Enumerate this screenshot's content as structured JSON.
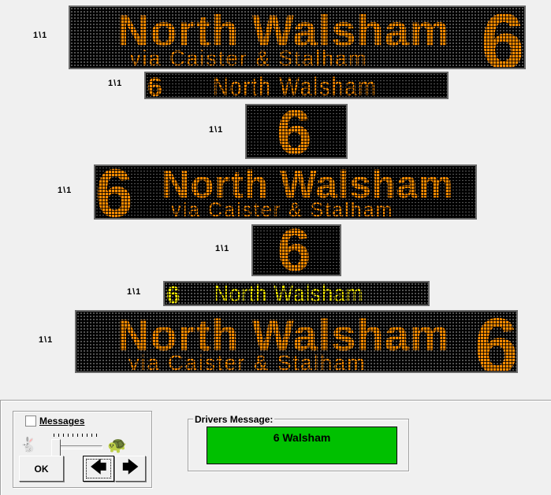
{
  "signs": [
    {
      "label": "1\\1",
      "route": "6",
      "destination": "North Walsham",
      "via": "via Caister & Stalham"
    },
    {
      "label": "1\\1",
      "route": "6",
      "destination": "North Walsham"
    },
    {
      "label": "1\\1",
      "route": "6"
    },
    {
      "label": "1\\1",
      "route": "6",
      "destination": "North Walsham",
      "via": "via Caister & Stalham"
    },
    {
      "label": "1\\1",
      "route": "6"
    },
    {
      "label": "1\\1",
      "route": "6",
      "destination": "North Walsham"
    },
    {
      "label": "1\\1",
      "route": "6",
      "destination": "North Walsham",
      "via": "via Caister & Stalham"
    }
  ],
  "controls": {
    "messages_label": "Messages",
    "messages_checked": false,
    "ok_label": "OK",
    "speed_fraction": 0.1
  },
  "drivers": {
    "title": "Drivers Message:",
    "message": "6 Walsham"
  },
  "colors": {
    "led_orange": "#ff8c00",
    "led_yellow": "#ffee00",
    "driver_bg": "#00c000"
  }
}
